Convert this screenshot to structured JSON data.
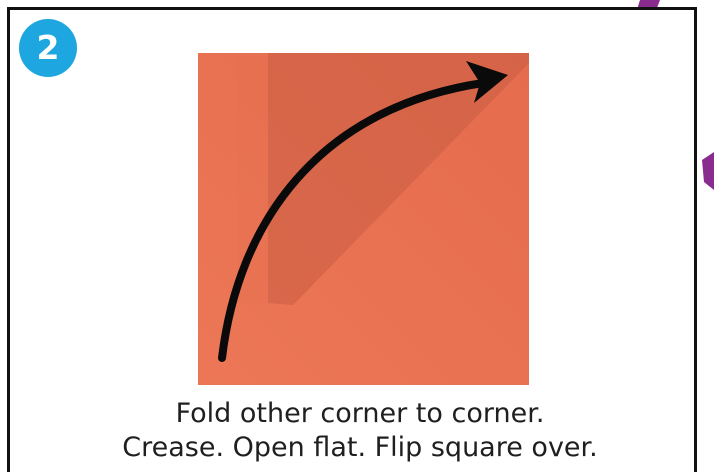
{
  "step": {
    "number": "2",
    "badge_color": "#1da6e0"
  },
  "illustration": {
    "subject": "square sheet of orange origami paper with diagonal crease",
    "paper_color": "#e9724f",
    "shade_color": "#cc5f45",
    "arrow_icon": "curved-arrow-icon",
    "arrow_color": "#0a0a0a"
  },
  "instructions": {
    "line1": "Fold other corner to corner.",
    "line2": "Crease. Open flat. Flip square over."
  },
  "decoration": {
    "accent_color": "#8a2b8f"
  }
}
